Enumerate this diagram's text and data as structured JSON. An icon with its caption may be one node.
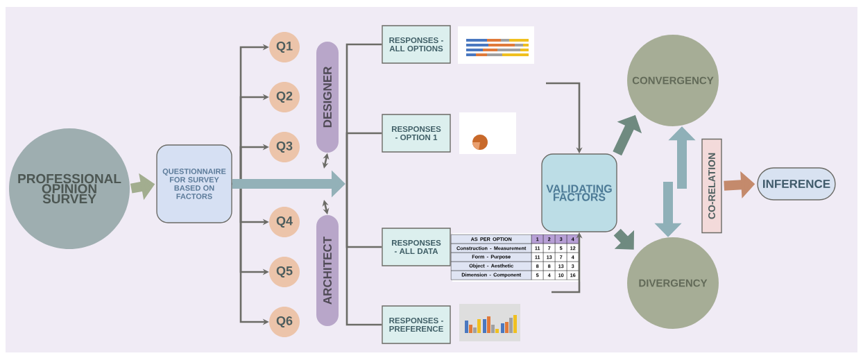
{
  "diagram": {
    "nodes": [
      {
        "text": [
          "PROFESSIONAL OPINION SURVEY"
        ]
      },
      {
        "text": [
          "QUESTIONNAIRE FOR SURVEY BASED ON FACTORS"
        ]
      },
      {
        "text": [
          "Q1"
        ]
      },
      {
        "text": [
          "Q2"
        ]
      },
      {
        "text": [
          "Q3"
        ]
      },
      {
        "text": [
          "Q4"
        ]
      },
      {
        "text": [
          "Q5"
        ]
      },
      {
        "text": [
          "Q6"
        ]
      },
      {
        "text": [
          "DESIGNER"
        ]
      },
      {
        "text": [
          "ARCHITECT"
        ]
      },
      {
        "text": [
          "RESPONSES - ALL OPTIONS"
        ]
      },
      {
        "text": [
          "RESPONSES - OPTION 1"
        ]
      },
      {
        "text": [
          "RESPONSES - ALL DATA"
        ]
      },
      {
        "text": [
          "RESPONSES - PREFERENCE"
        ]
      },
      {
        "text": [
          "VALIDATING FACTORS"
        ]
      },
      {
        "text": [
          "CONVERGENCY"
        ]
      },
      {
        "text": [
          "DIVERGENCY"
        ]
      },
      {
        "text": [
          "CO-RELATION"
        ]
      },
      {
        "text": [
          "INFERENCE"
        ]
      }
    ],
    "edges": [
      {
        "from": 0,
        "to": 1,
        "arrow": "to",
        "style": "thick",
        "color": "#a2ad8f"
      },
      {
        "from": 1,
        "to": 2,
        "arrow": "to"
      },
      {
        "from": 1,
        "to": 3,
        "arrow": "to"
      },
      {
        "from": 1,
        "to": 4,
        "arrow": "to"
      },
      {
        "from": 1,
        "to": 5,
        "arrow": "to"
      },
      {
        "from": 1,
        "to": 6,
        "arrow": "to"
      },
      {
        "from": 1,
        "to": 7,
        "arrow": "to"
      },
      {
        "from": 1,
        "to": null,
        "arrow": "to",
        "style": "thick",
        "color": "#93b1b8"
      },
      {
        "from": null,
        "to": 10,
        "arrow": "none"
      },
      {
        "from": null,
        "to": 11,
        "arrow": "none"
      },
      {
        "from": null,
        "to": 12,
        "arrow": "none"
      },
      {
        "from": null,
        "to": 13,
        "arrow": "none"
      },
      {
        "from": null,
        "to": 8,
        "arrow": "both"
      },
      {
        "from": null,
        "to": 9,
        "arrow": "both"
      },
      {
        "from": null,
        "to": 14,
        "arrow": "to"
      },
      {
        "from": null,
        "to": 14,
        "arrow": "to"
      },
      {
        "from": 14,
        "to": 15,
        "arrow": "to",
        "style": "thick",
        "color": "#6f8a80"
      },
      {
        "from": 14,
        "to": 16,
        "arrow": "to",
        "style": "thick",
        "color": "#6f8a80"
      },
      {
        "from": null,
        "to": 15,
        "arrow": "to",
        "style": "thick",
        "color": "#8fb0b8"
      },
      {
        "from": null,
        "to": 16,
        "arrow": "to",
        "style": "thick",
        "color": "#8fb0b8"
      },
      {
        "from": 17,
        "to": 18,
        "arrow": "to",
        "style": "thick",
        "color": "#c48a6c"
      }
    ],
    "labels": [
      "AS PER OPTION",
      "1",
      "2",
      "3",
      "4",
      "Construction - Measurement",
      "11",
      "7",
      "5",
      "12",
      "Form - Purpose",
      "11",
      "13",
      "7",
      "4",
      "Object - Aesthetic",
      "8",
      "8",
      "13",
      "3",
      "Dimension - Component",
      "5",
      "4",
      "10",
      "16"
    ]
  }
}
